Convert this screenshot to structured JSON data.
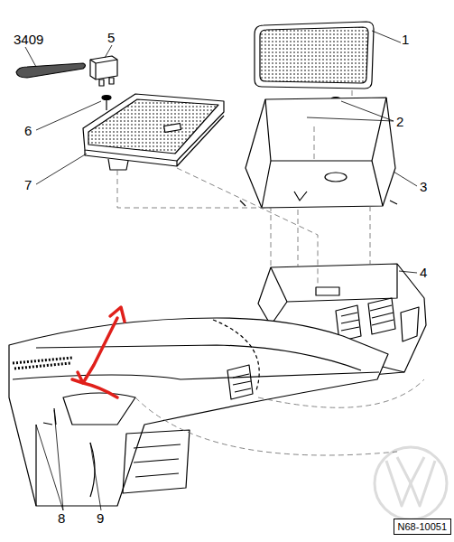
{
  "diagram": {
    "nodes": [
      {
        "text": [
          "N68-10051"
        ]
      }
    ],
    "labels": [
      "3409",
      "5",
      "1",
      "6",
      "2",
      "7",
      "3",
      "4",
      "8",
      "9"
    ]
  }
}
